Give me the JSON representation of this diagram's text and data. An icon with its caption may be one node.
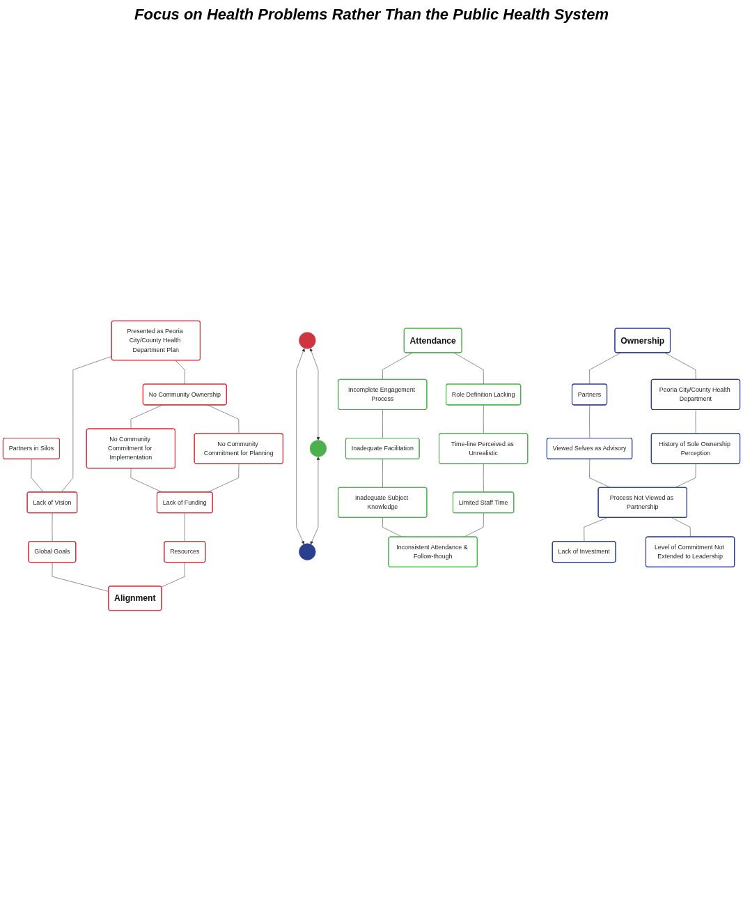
{
  "diagram": {
    "nodes": [
      {
        "text": [
          "Partners in Silos"
        ]
      },
      {
        "text": [
          "Presented as Peoria City/County Health Department Plan"
        ]
      },
      {
        "text": [
          "No Community Ownership"
        ]
      },
      {
        "text": [
          "Lack of Vision"
        ]
      },
      {
        "text": [
          "No Community Commitment for Implementation"
        ]
      },
      {
        "text": [
          "No Community Commitment for Planning"
        ]
      },
      {
        "text": [
          "Global Goals"
        ]
      },
      {
        "text": [
          "Lack of Funding"
        ]
      },
      {
        "text": [
          "Resources"
        ]
      },
      {
        "text": [
          "Alignment"
        ]
      },
      {
        "text": [],
        "shape": "circle"
      },
      {
        "text": [],
        "shape": "circle"
      },
      {
        "text": [],
        "shape": "circle"
      },
      {
        "text": [
          "Attendance"
        ]
      },
      {
        "text": [
          "Ownership"
        ]
      },
      {
        "text": [
          "Incomplete Engagement Process"
        ]
      },
      {
        "text": [
          "Role Definition Lacking"
        ]
      },
      {
        "text": [
          "Partners"
        ]
      },
      {
        "text": [
          "Peoria City/County Health Department"
        ]
      },
      {
        "text": [
          "Inadequate Facilitation"
        ]
      },
      {
        "text": [
          "Time-line Perceived as Unrealistic"
        ]
      },
      {
        "text": [
          "Viewed Selves as Advisory"
        ]
      },
      {
        "text": [
          "History of Sole Ownership Perception"
        ]
      },
      {
        "text": [
          "Inadequate Subject Knowledge"
        ]
      },
      {
        "text": [
          "Limited Staff Time"
        ]
      },
      {
        "text": [
          "Process Not Viewed as Partnership"
        ]
      },
      {
        "text": [
          "Inconsistent Attendance & Follow-though"
        ]
      },
      {
        "text": [
          "Lack of Investment"
        ]
      },
      {
        "text": [
          "Level of Commitment Not Extended to Leadership"
        ]
      }
    ],
    "edges": [
      {
        "from": 0,
        "to": 3,
        "arrow": "none"
      },
      {
        "from": 1,
        "to": 3,
        "arrow": "none"
      },
      {
        "from": 1,
        "to": 2,
        "arrow": "none"
      },
      {
        "from": 2,
        "to": 4,
        "arrow": "none"
      },
      {
        "from": 2,
        "to": 5,
        "arrow": "none"
      },
      {
        "from": 3,
        "to": 6,
        "arrow": "none"
      },
      {
        "from": 4,
        "to": 7,
        "arrow": "none"
      },
      {
        "from": 5,
        "to": 7,
        "arrow": "none"
      },
      {
        "from": 7,
        "to": 8,
        "arrow": "none"
      },
      {
        "from": 6,
        "to": 9,
        "arrow": "none"
      },
      {
        "from": 8,
        "to": 9,
        "arrow": "none"
      },
      {
        "from": 10,
        "to": 11,
        "arrow": "both"
      },
      {
        "from": 10,
        "to": 12,
        "arrow": "both"
      },
      {
        "from": 11,
        "to": 12,
        "arrow": "both"
      },
      {
        "from": 13,
        "to": 15,
        "arrow": "none"
      },
      {
        "from": 13,
        "to": 16,
        "arrow": "none"
      },
      {
        "from": 14,
        "to": 17,
        "arrow": "none"
      },
      {
        "from": 14,
        "to": 18,
        "arrow": "none"
      },
      {
        "from": 15,
        "to": 19,
        "arrow": "none"
      },
      {
        "from": 16,
        "to": 20,
        "arrow": "none"
      },
      {
        "from": 17,
        "to": 21,
        "arrow": "none"
      },
      {
        "from": 18,
        "to": 22,
        "arrow": "none"
      },
      {
        "from": 19,
        "to": 23,
        "arrow": "none"
      },
      {
        "from": 20,
        "to": 24,
        "arrow": "none"
      },
      {
        "from": 21,
        "to": 25,
        "arrow": "none"
      },
      {
        "from": 22,
        "to": 25,
        "arrow": "none"
      },
      {
        "from": 23,
        "to": 26,
        "arrow": "none"
      },
      {
        "from": 24,
        "to": 26,
        "arrow": "none"
      },
      {
        "from": 25,
        "to": 27,
        "arrow": "none"
      },
      {
        "from": 25,
        "to": 28,
        "arrow": "none"
      }
    ],
    "labels": [
      "Focus on Health Problems Rather Than the Public Health System"
    ]
  }
}
